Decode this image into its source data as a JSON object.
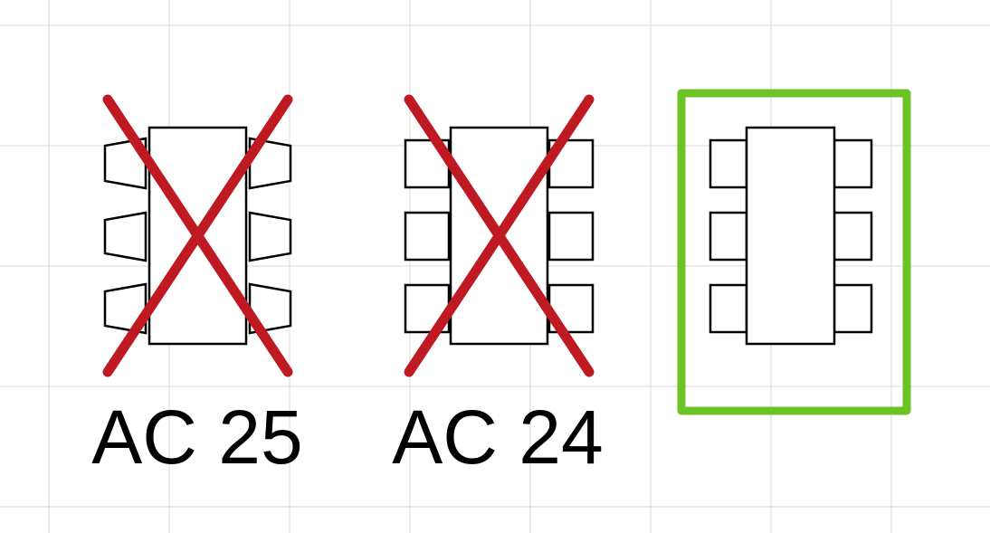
{
  "components": [
    {
      "label": "AC 25",
      "variant": "slanted-pads",
      "status": "rejected",
      "mark": "red-x"
    },
    {
      "label": "AC 24",
      "variant": "square-pads",
      "status": "rejected",
      "mark": "red-x"
    },
    {
      "label": "",
      "variant": "square-pads",
      "status": "accepted",
      "mark": "green-frame"
    }
  ],
  "colors": {
    "background": "#ffffff",
    "grid": "#d9d9d9",
    "outline": "#000000",
    "reject_mark": "#bf1a22",
    "accept_frame": "#6cc424"
  },
  "icons": {
    "reject": "red-x-mark",
    "accept": "green-selection-frame",
    "package": "six-pin-ic-footprint"
  }
}
